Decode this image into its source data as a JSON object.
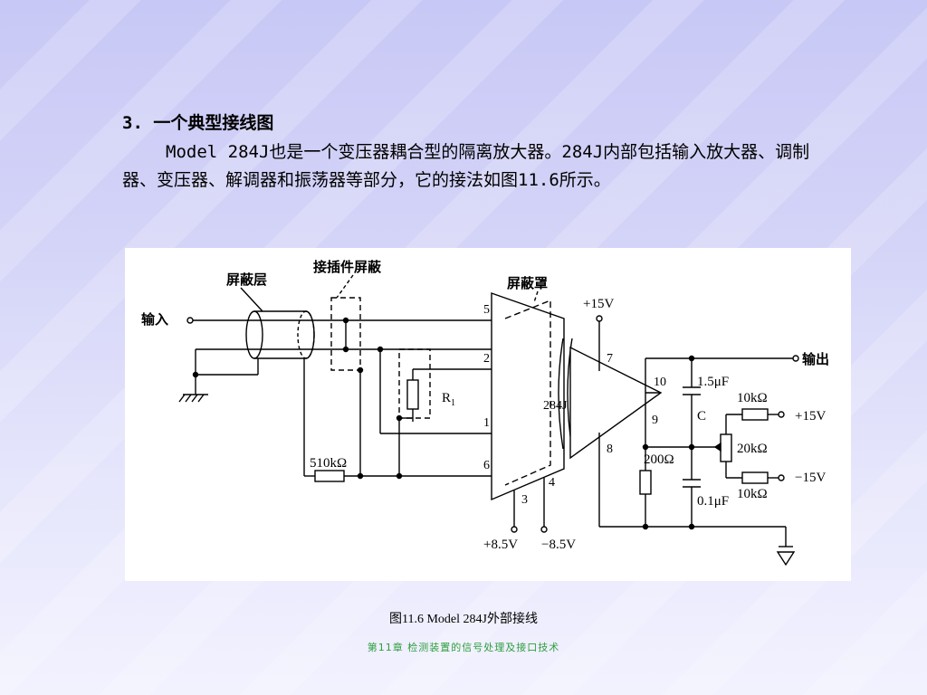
{
  "slide": {
    "heading": "3. 一个典型接线图",
    "paragraph": "Model 284J也是一个变压器耦合型的隔离放大器。284J内部包括输入放大器、调制器、变压器、解调器和振荡器等部分，它的接法如图11.6所示。",
    "caption": "图11.6  Model 284J外部接线",
    "footer": "第11章  检测装置的信号处理及接口技术"
  },
  "diagram": {
    "label_shield_layer": "屏蔽层",
    "label_connector_shield": "接插件屏蔽",
    "label_shield_cover": "屏蔽罩",
    "label_input": "输入",
    "label_output": "输出",
    "chip_name": "284J",
    "resistor_r1": "R",
    "resistor_r1_sub": "1",
    "resistor_510k": "510kΩ",
    "resistor_200": "200Ω",
    "resistor_10k_top": "10kΩ",
    "resistor_10k_bottom": "10kΩ",
    "pot_20k": "20kΩ",
    "cap_c_value": "1.5μF",
    "cap_c_label": "C",
    "cap_bottom": "0.1μF",
    "supply_plus15_top": "+15V",
    "supply_plus15_right": "+15V",
    "supply_minus15_right": "−15V",
    "supply_plus8_5": "+8.5V",
    "supply_minus8_5": "−8.5V",
    "pins": {
      "p1": "1",
      "p2": "2",
      "p3": "3",
      "p4": "4",
      "p5": "5",
      "p6": "6",
      "p7": "7",
      "p8": "8",
      "p9": "9",
      "p10": "10"
    }
  }
}
